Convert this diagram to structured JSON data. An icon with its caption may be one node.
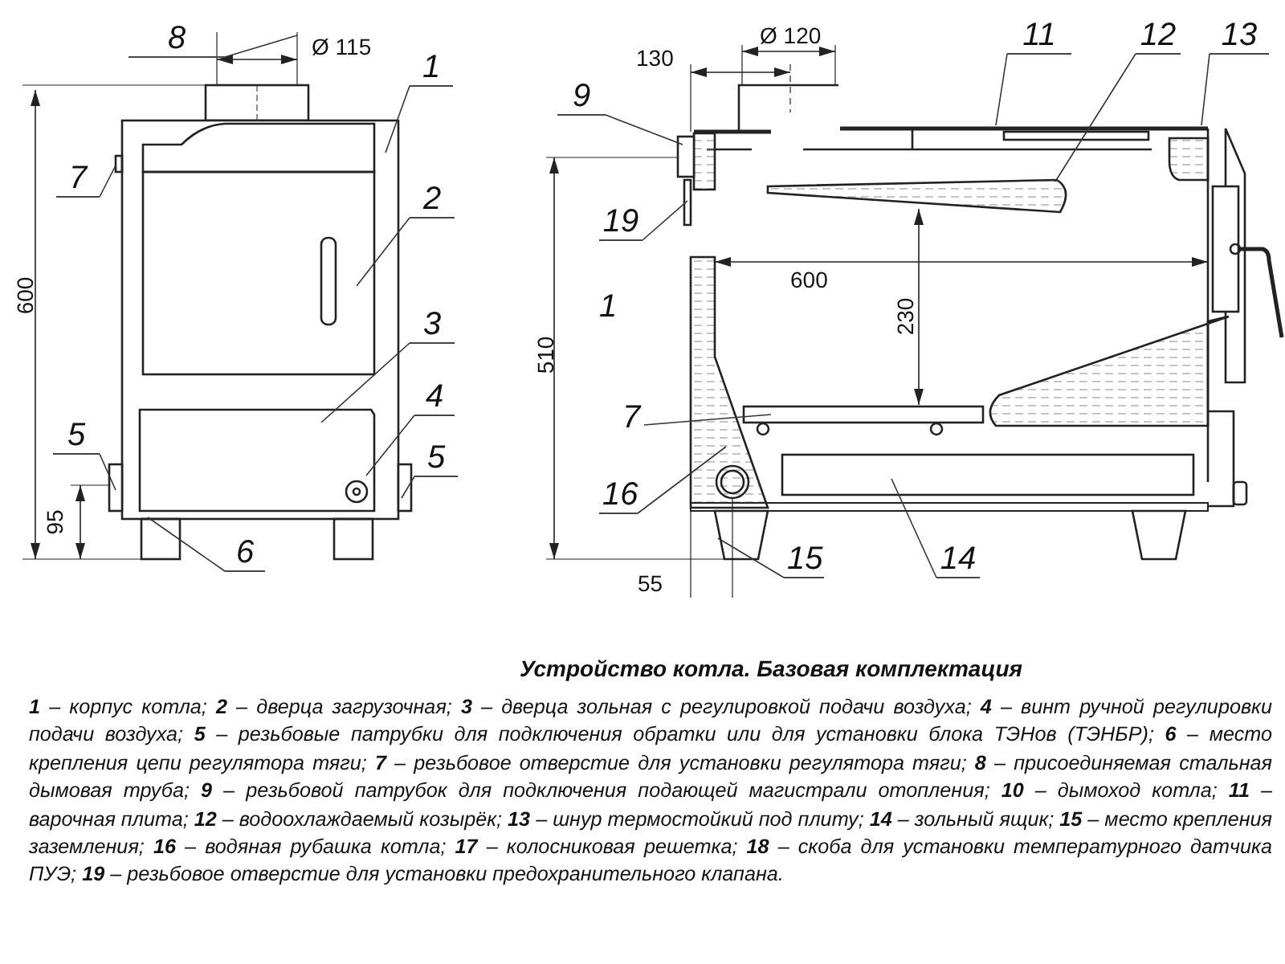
{
  "diagram": {
    "title": "Устройство котла. Базовая комплектация",
    "caption": "**1** – корпус котла; **2** – дверца загрузочная; **3** – дверца зольная с регулировкой подачи воздуха; **4** – винт ручной регулировки подачи воздуха; **5** – резьбовые патрубки для подключения обратки или для установки блока ТЭНов (ТЭНБР); **6** – место крепления цепи регулятора тяги; **7** – резьбовое отверстие для установки регулятора тяги; **8** – присоединяемая стальная дымовая труба; **9** – резьбовой патрубок для подключения подающей магистрали отопления; **10** – дымоход котла; **11** – варочная плита; **12** – водоохлаждаемый козырёк; **13** – шнур термостойкий под плиту; **14** – зольный ящик; **15** – место крепления заземления; **16** – водяная рубашка котла; **17** – колосниковая решетка; **18** – скоба для установки температурного датчика ПУЭ; **19** – резьбовое отверстие для установки предохранительного клапана.",
    "nodes": [
      {
        "text": [
          "8"
        ]
      },
      {
        "text": [
          "1"
        ]
      },
      {
        "text": [
          "7"
        ]
      },
      {
        "text": [
          "2"
        ]
      },
      {
        "text": [
          "3"
        ]
      },
      {
        "text": [
          "4"
        ]
      },
      {
        "text": [
          "5"
        ]
      },
      {
        "text": [
          "5"
        ]
      },
      {
        "text": [
          "6"
        ]
      },
      {
        "text": [
          "11"
        ]
      },
      {
        "text": [
          "12"
        ]
      },
      {
        "text": [
          "13"
        ]
      },
      {
        "text": [
          "9"
        ]
      },
      {
        "text": [
          "19"
        ]
      },
      {
        "text": [
          "7"
        ]
      },
      {
        "text": [
          "16"
        ]
      },
      {
        "text": [
          "15"
        ]
      },
      {
        "text": [
          "14"
        ]
      }
    ],
    "edges": [
      {
        "from": 0,
        "to": null,
        "arrow": "none"
      },
      {
        "from": 1,
        "to": null,
        "arrow": "none"
      },
      {
        "from": 2,
        "to": null,
        "arrow": "none"
      },
      {
        "from": 3,
        "to": null,
        "arrow": "none"
      },
      {
        "from": 4,
        "to": null,
        "arrow": "none"
      },
      {
        "from": 5,
        "to": null,
        "arrow": "none"
      },
      {
        "from": 6,
        "to": null,
        "arrow": "none"
      },
      {
        "from": 7,
        "to": null,
        "arrow": "none"
      },
      {
        "from": 8,
        "to": null,
        "arrow": "none"
      },
      {
        "from": 9,
        "to": null,
        "arrow": "none"
      },
      {
        "from": 10,
        "to": null,
        "arrow": "none"
      },
      {
        "from": 11,
        "to": null,
        "arrow": "none"
      },
      {
        "from": 12,
        "to": null,
        "arrow": "none"
      },
      {
        "from": 13,
        "to": null,
        "arrow": "none"
      },
      {
        "from": 14,
        "to": null,
        "arrow": "none"
      },
      {
        "from": 15,
        "to": null,
        "arrow": "none"
      },
      {
        "from": 16,
        "to": null,
        "arrow": "none"
      },
      {
        "from": 17,
        "to": null,
        "arrow": "none"
      }
    ],
    "labels": [
      "Ø 115",
      "Ø 120",
      "130",
      "600",
      "1",
      "600",
      "230",
      "510",
      "95",
      "55"
    ]
  }
}
